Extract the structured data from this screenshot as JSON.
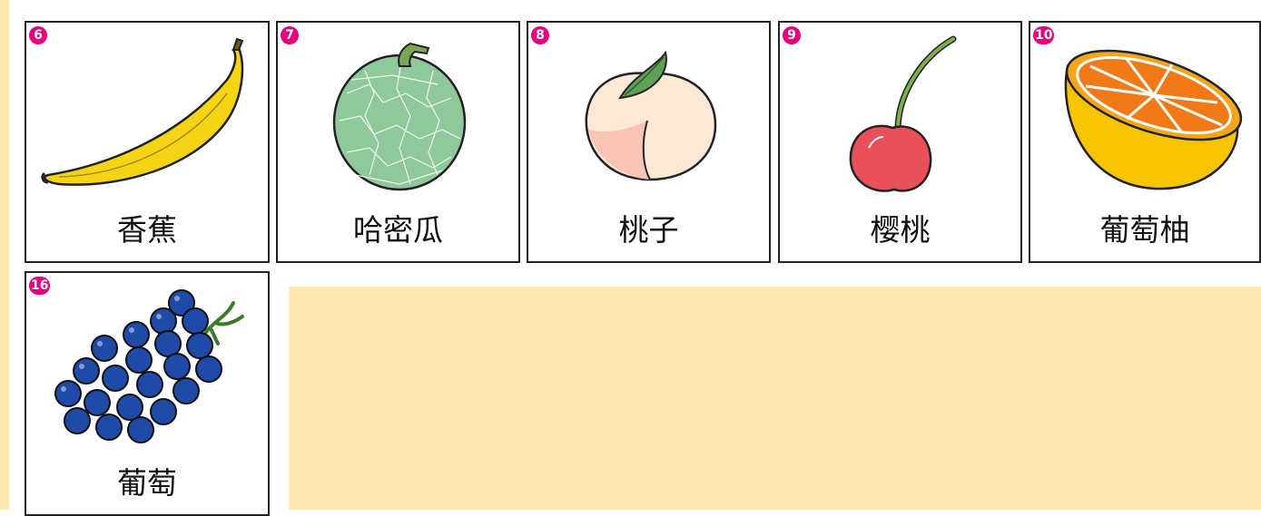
{
  "fruit_cards": [
    {
      "number": "6",
      "name": "香蕉",
      "icon": "banana-icon"
    },
    {
      "number": "7",
      "name": "哈密瓜",
      "icon": "melon-icon"
    },
    {
      "number": "8",
      "name": "桃子",
      "icon": "peach-icon"
    },
    {
      "number": "9",
      "name": "樱桃",
      "icon": "cherry-icon"
    },
    {
      "number": "10",
      "name": "葡萄柚",
      "icon": "grapefruit-icon"
    },
    {
      "number": "16",
      "name": "葡萄",
      "icon": "grapes-icon"
    }
  ],
  "colors": {
    "badge": "#e6007e",
    "background_panel": "#fde7b3",
    "card_border": "#222222"
  }
}
